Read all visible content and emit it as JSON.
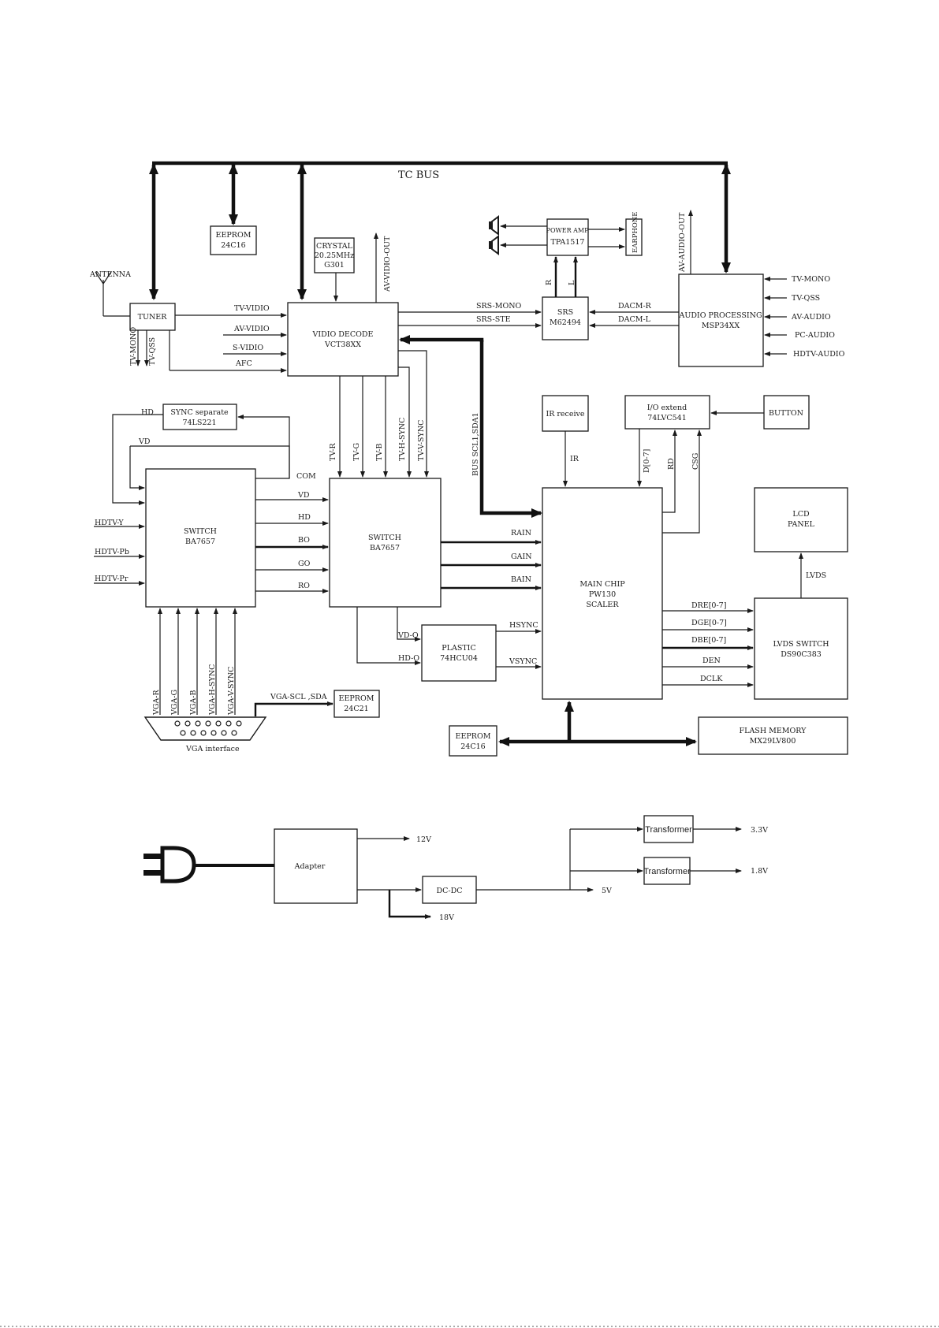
{
  "bus": {
    "label": "TC BUS"
  },
  "blocks": {
    "eeprom_top": [
      "EEPROM",
      "24C16"
    ],
    "crystal": [
      "CRYSTAL",
      "20.25MHz",
      "G301"
    ],
    "power_amp": [
      "POWER AMP.",
      "TPA1517"
    ],
    "earphone": [
      "EARPHONE"
    ],
    "tuner": [
      "TUNER"
    ],
    "video_decode": [
      "VIDIO DECODE",
      "VCT38XX"
    ],
    "srs": [
      "SRS",
      "M62494"
    ],
    "audio_processing": [
      "AUDIO PROCESSING",
      "MSP34XX"
    ],
    "sync_separate": [
      "SYNC separate",
      "74LS221"
    ],
    "ir_receive": [
      "IR receive"
    ],
    "io_extend": [
      "I/O extend",
      "74LVC541"
    ],
    "button": [
      "BUTTON"
    ],
    "switch1": [
      "SWITCH",
      "BA7657"
    ],
    "switch2": [
      "SWITCH",
      "BA7657"
    ],
    "main_chip": [
      "MAIN CHIP",
      "PW130",
      "SCALER"
    ],
    "lcd_panel": [
      "LCD",
      "PANEL"
    ],
    "plastic": [
      "PLASTIC",
      "74HCU04"
    ],
    "lvds_switch": [
      "LVDS SWITCH",
      "DS90C383"
    ],
    "eeprom_vga": [
      "EEPROM",
      "24C21"
    ],
    "eeprom_bottom": [
      "EEPROM",
      "24C16"
    ],
    "flash_memory": [
      "FLASH MEMORY",
      "MX29LV800"
    ],
    "adapter": [
      "Adapter"
    ],
    "dcdc": [
      "DC-DC"
    ],
    "transformer1": [
      "Transformer"
    ],
    "transformer2": [
      "Transformer"
    ]
  },
  "signals": {
    "antenna": "ANTENNA",
    "tv_video": "TV-VIDIO",
    "av_video": "AV-VIDIO",
    "s_video": "S-VIDIO",
    "afc": "AFC",
    "tv_mono": "TV-MONO",
    "tv_qss": "TV-QSS",
    "av_video_out": "AV-VIDIO-OUT",
    "srs_mono": "SRS-MONO",
    "srs_ste": "SRS-STE",
    "dacm_r": "DACM-R",
    "dacm_l": "DACM-L",
    "r": "R",
    "l": "L",
    "av_audio_out": "AV-AUDIO-OUT",
    "ap_tv_mono": "TV-MONO",
    "ap_tv_qss": "TV-QSS",
    "av_audio": "AV-AUDIO",
    "pc_audio": "PC-AUDIO",
    "hdtv_audio": "HDTV-AUDIO",
    "hd": "HD",
    "vd": "VD",
    "com": "COM",
    "tv_r": "TV-R",
    "tv_g": "TV-G",
    "tv_b": "TV-B",
    "tv_h_sync": "TV-H-SYNC",
    "tv_v_sync": "TV-V-SYNC",
    "bus_scl_sda": "BUS  SCL1,SDA1",
    "ir": "IR",
    "d07": "D[0-7]",
    "rd": "RD",
    "csg": "CSG",
    "hdtv_y": "HDTV-Y",
    "hdtv_pb": "HDTV-Pb",
    "hdtv_pr": "HDTV-Pr",
    "vd_sw": "VD",
    "hd_sw": "HD",
    "bo": "BO",
    "go": "GO",
    "ro": "RO",
    "rain": "RAIN",
    "gain": "GAIN",
    "bain": "BAIN",
    "vd_o": "VD-O",
    "hd_o": "HD-O",
    "hsync": "HSYNC",
    "vsync": "VSYNC",
    "lvds": "LVDS",
    "dre": "DRE[0-7]",
    "dge": "DGE[0-7]",
    "dbe": "DBE[0-7]",
    "den": "DEN",
    "dclk": "DCLK",
    "vga_r": "VGA-R",
    "vga_g": "VGA-G",
    "vga_b": "VGA-B",
    "vga_h_sync": "VGA-H-SYNC",
    "vga_v_sync": "VGA-V-SYNC",
    "vga_scl_sda": "VGA-SCL ,SDA",
    "vga_interface": "VGA interface"
  },
  "power": {
    "v12": "12V",
    "v18": "18V",
    "v5": "5V",
    "v33": "3.3V",
    "v18b": "1.8V"
  }
}
